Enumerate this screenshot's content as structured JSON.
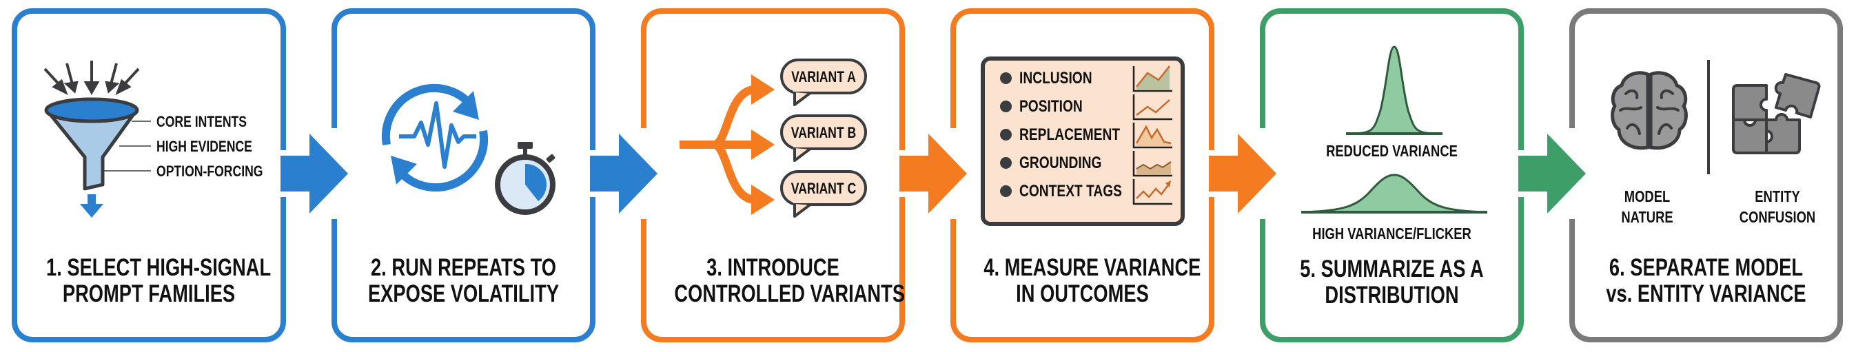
{
  "colors": {
    "blue": "#2b7fcf",
    "orange": "#f47b20",
    "green": "#3d9e68",
    "gray": "#7a7a7a",
    "dark": "#3a3c40",
    "peach": "#fbe3cf",
    "light_green": "#8fcaa0",
    "light_blue": "#a9cbe8"
  },
  "steps": [
    {
      "number": "1",
      "color": "blue",
      "title_lines": [
        "1. SELECT HIGH-SIGNAL",
        "PROMPT FAMILIES"
      ],
      "icon": "funnel-icon",
      "labels": [
        "CORE INTENTS",
        "HIGH EVIDENCE",
        "OPTION-FORCING"
      ]
    },
    {
      "number": "2",
      "color": "blue",
      "title_lines": [
        "2. RUN REPEATS TO",
        "EXPOSE VOLATILITY"
      ],
      "icons": [
        "refresh-pulse-icon",
        "stopwatch-icon"
      ]
    },
    {
      "number": "3",
      "color": "orange",
      "title_lines": [
        "3. INTRODUCE",
        "CONTROLLED VARIANTS"
      ],
      "icon": "branch-arrows-icon",
      "variants": [
        "VARIANT A",
        "VARIANT B",
        "VARIANT C"
      ]
    },
    {
      "number": "4",
      "color": "orange",
      "title_lines": [
        "4. MEASURE VARIANCE",
        "IN OUTCOMES"
      ],
      "metrics": [
        "INCLUSION",
        "POSITION",
        "REPLACEMENT",
        "GROUNDING",
        "CONTEXT TAGS"
      ]
    },
    {
      "number": "5",
      "color": "green",
      "title_lines": [
        "5. SUMMARIZE AS A",
        "DISTRIBUTION"
      ],
      "distributions": [
        "REDUCED VARIANCE",
        "HIGH VARIANCE/FLICKER"
      ]
    },
    {
      "number": "6",
      "color": "gray",
      "title_lines": [
        "6. SEPARATE MODEL",
        "vs. ENTITY VARIANCE"
      ],
      "left": {
        "icon": "brain-icon",
        "label_lines": [
          "MODEL",
          "NATURE"
        ]
      },
      "right": {
        "icon": "puzzle-icon",
        "label_lines": [
          "ENTITY",
          "CONFUSION"
        ]
      }
    }
  ],
  "connectors": [
    {
      "from": "1",
      "to": "2",
      "color": "blue"
    },
    {
      "from": "2",
      "to": "3",
      "color": "blue"
    },
    {
      "from": "3",
      "to": "4",
      "color": "orange"
    },
    {
      "from": "4",
      "to": "5",
      "color": "orange"
    },
    {
      "from": "5",
      "to": "6",
      "color": "green"
    }
  ]
}
